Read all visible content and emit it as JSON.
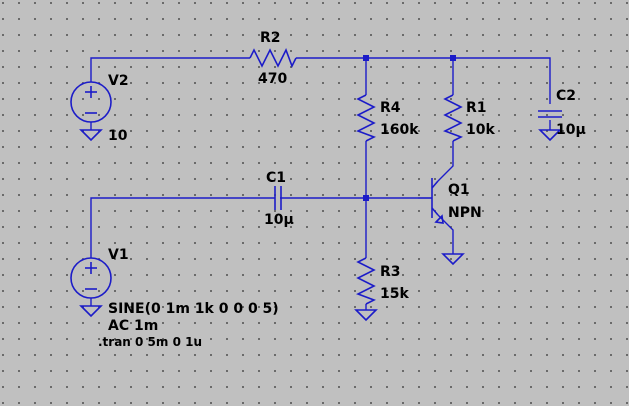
{
  "components": {
    "r2": {
      "name": "R2",
      "value": "470"
    },
    "r4": {
      "name": "R4",
      "value": "160k"
    },
    "r1": {
      "name": "R1",
      "value": "10k"
    },
    "r3": {
      "name": "R3",
      "value": "15k"
    },
    "c1": {
      "name": "C1",
      "value": "10µ"
    },
    "c2": {
      "name": "C2",
      "value": "10µ"
    },
    "q1": {
      "name": "Q1",
      "value": "NPN"
    },
    "v2": {
      "name": "V2",
      "value": "10"
    },
    "v1": {
      "name": "V1",
      "value": "SINE(0 1m 1k 0 0 0 5)",
      "ac": "AC 1m"
    }
  },
  "directive": ".tran 0 5m 0 1u",
  "colors": {
    "wire": "#1c1cc8",
    "background": "#c0c0c0",
    "grid_dot": "#555555"
  }
}
